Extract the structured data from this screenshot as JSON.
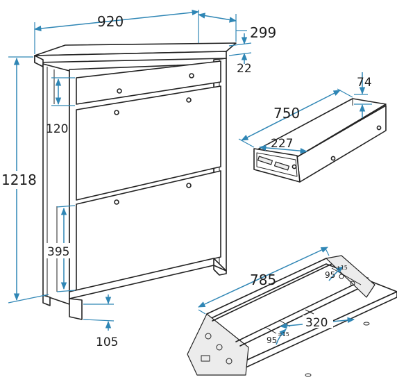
{
  "dimensions": {
    "cabinet_width": "920",
    "cabinet_depth": "299",
    "top_thickness": "22",
    "cabinet_height": "1218",
    "drawer_front_height": "120",
    "flap_height": "395",
    "leg_height": "105",
    "drawer_length": "750",
    "drawer_height": "74",
    "drawer_width": "227",
    "rack_length": "785",
    "rack_spacing": "320",
    "rack_angle_upper": "95",
    "rack_angle_upper_tolerance": "±15",
    "rack_angle_lower": "95",
    "rack_angle_lower_tolerance": "±15"
  },
  "colors": {
    "dimension_line": "#2f86b5",
    "outline": "#222222"
  }
}
